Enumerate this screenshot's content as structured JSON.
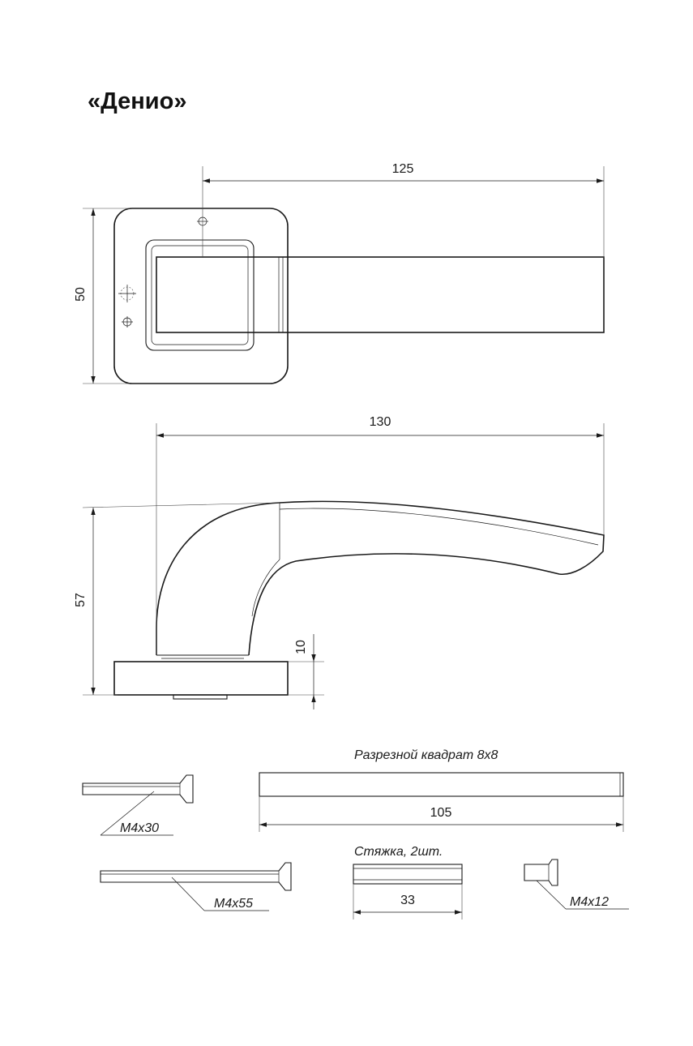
{
  "title": "«Денио»",
  "dimensions": {
    "top_length": "125",
    "rosette_height": "50",
    "side_length": "130",
    "side_height": "57",
    "rosette_thickness": "10",
    "spindle_length": "105",
    "connector_length": "33"
  },
  "labels": {
    "spindle": "Разрезной квадрат 8х8",
    "connector": "Стяжка, 2шт.",
    "screw_short": "М4х30",
    "screw_long": "М4х55",
    "screw_nut": "М4х12"
  },
  "colors": {
    "line": "#1a1a1a",
    "background": "#ffffff"
  }
}
